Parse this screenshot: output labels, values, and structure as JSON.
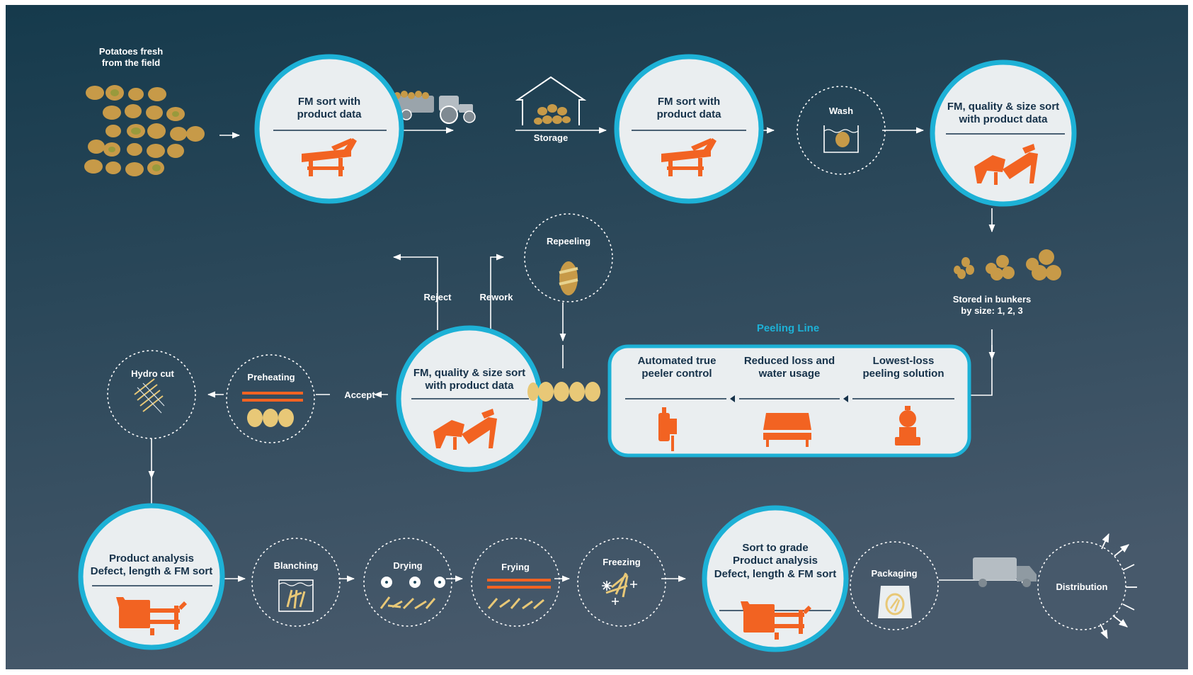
{
  "colors": {
    "background_top": "#153a4c",
    "background_bottom": "#47596b",
    "circle_fill": "#eaeef0",
    "circle_border": "#1db1d6",
    "machine_orange": "#f26322",
    "accent_blue": "#1db1d6",
    "dark_text": "#16324a",
    "potato": "#c79a48"
  },
  "source": {
    "line1": "Potatoes fresh",
    "line2": "from the field",
    "icon": "potatoes-icon"
  },
  "top_row": {
    "fm_sort_1": {
      "line1": "FM sort with",
      "line2": "product data",
      "icon": "sorter-machine-icon"
    },
    "transport_icon": "tractor-icon",
    "storage": {
      "label": "Storage",
      "icon": "storage-house-icon"
    },
    "fm_sort_2": {
      "line1": "FM sort with",
      "line2": "product data",
      "icon": "sorter-machine-icon"
    },
    "wash": {
      "label": "Wash",
      "icon": "wash-tank-icon"
    },
    "size_sort": {
      "line1": "FM, quality & size sort",
      "line2": "with product data",
      "icon": "size-sorter-icon"
    }
  },
  "bunkers": {
    "line1": "Stored in bunkers",
    "line2": "by size: 1, 2, 3",
    "icon": "potato-piles-icon"
  },
  "peeling_line": {
    "title": "Peeling Line",
    "steps": [
      {
        "line1": "Automated true",
        "line2": "peeler control",
        "icon": "peeler-control-icon"
      },
      {
        "line1": "Reduced loss and",
        "line2": "water usage",
        "icon": "peeler-drum-icon"
      },
      {
        "line1": "Lowest-loss",
        "line2": "peeling solution",
        "icon": "steam-peeler-icon"
      }
    ]
  },
  "middle_row": {
    "repeeling": {
      "label": "Repeeling",
      "icon": "peeled-potato-icon"
    },
    "reject": "Reject",
    "rework": "Rework",
    "quality_sort": {
      "line1": "FM, quality & size sort",
      "line2": "with product data",
      "icon": "size-sorter-icon"
    },
    "accept": "Accept",
    "preheating": {
      "label": "Preheating",
      "icon": "preheat-potatoes-icon"
    },
    "hydro_cut": {
      "label": "Hydro cut",
      "icon": "hydro-cut-icon"
    }
  },
  "bottom_row": {
    "product_analysis": {
      "line1": "Product analysis",
      "line2": "Defect, length & FM sort",
      "icon": "analysis-machine-icon"
    },
    "blanching": {
      "label": "Blanching",
      "icon": "blanching-icon"
    },
    "drying": {
      "label": "Drying",
      "icon": "drying-fans-icon"
    },
    "frying": {
      "label": "Frying",
      "icon": "frying-icon"
    },
    "freezing": {
      "label": "Freezing",
      "icon": "freezing-icon"
    },
    "sort_to_grade": {
      "line1": "Sort to grade",
      "line2": "Product analysis",
      "line3": "Defect, length & FM sort",
      "icon": "analysis-machine-icon"
    },
    "packaging": {
      "label": "Packaging",
      "icon": "fries-bag-icon"
    },
    "distribution_truck_icon": "truck-icon",
    "distribution": {
      "label": "Distribution",
      "icon": "distribution-burst-icon"
    }
  }
}
